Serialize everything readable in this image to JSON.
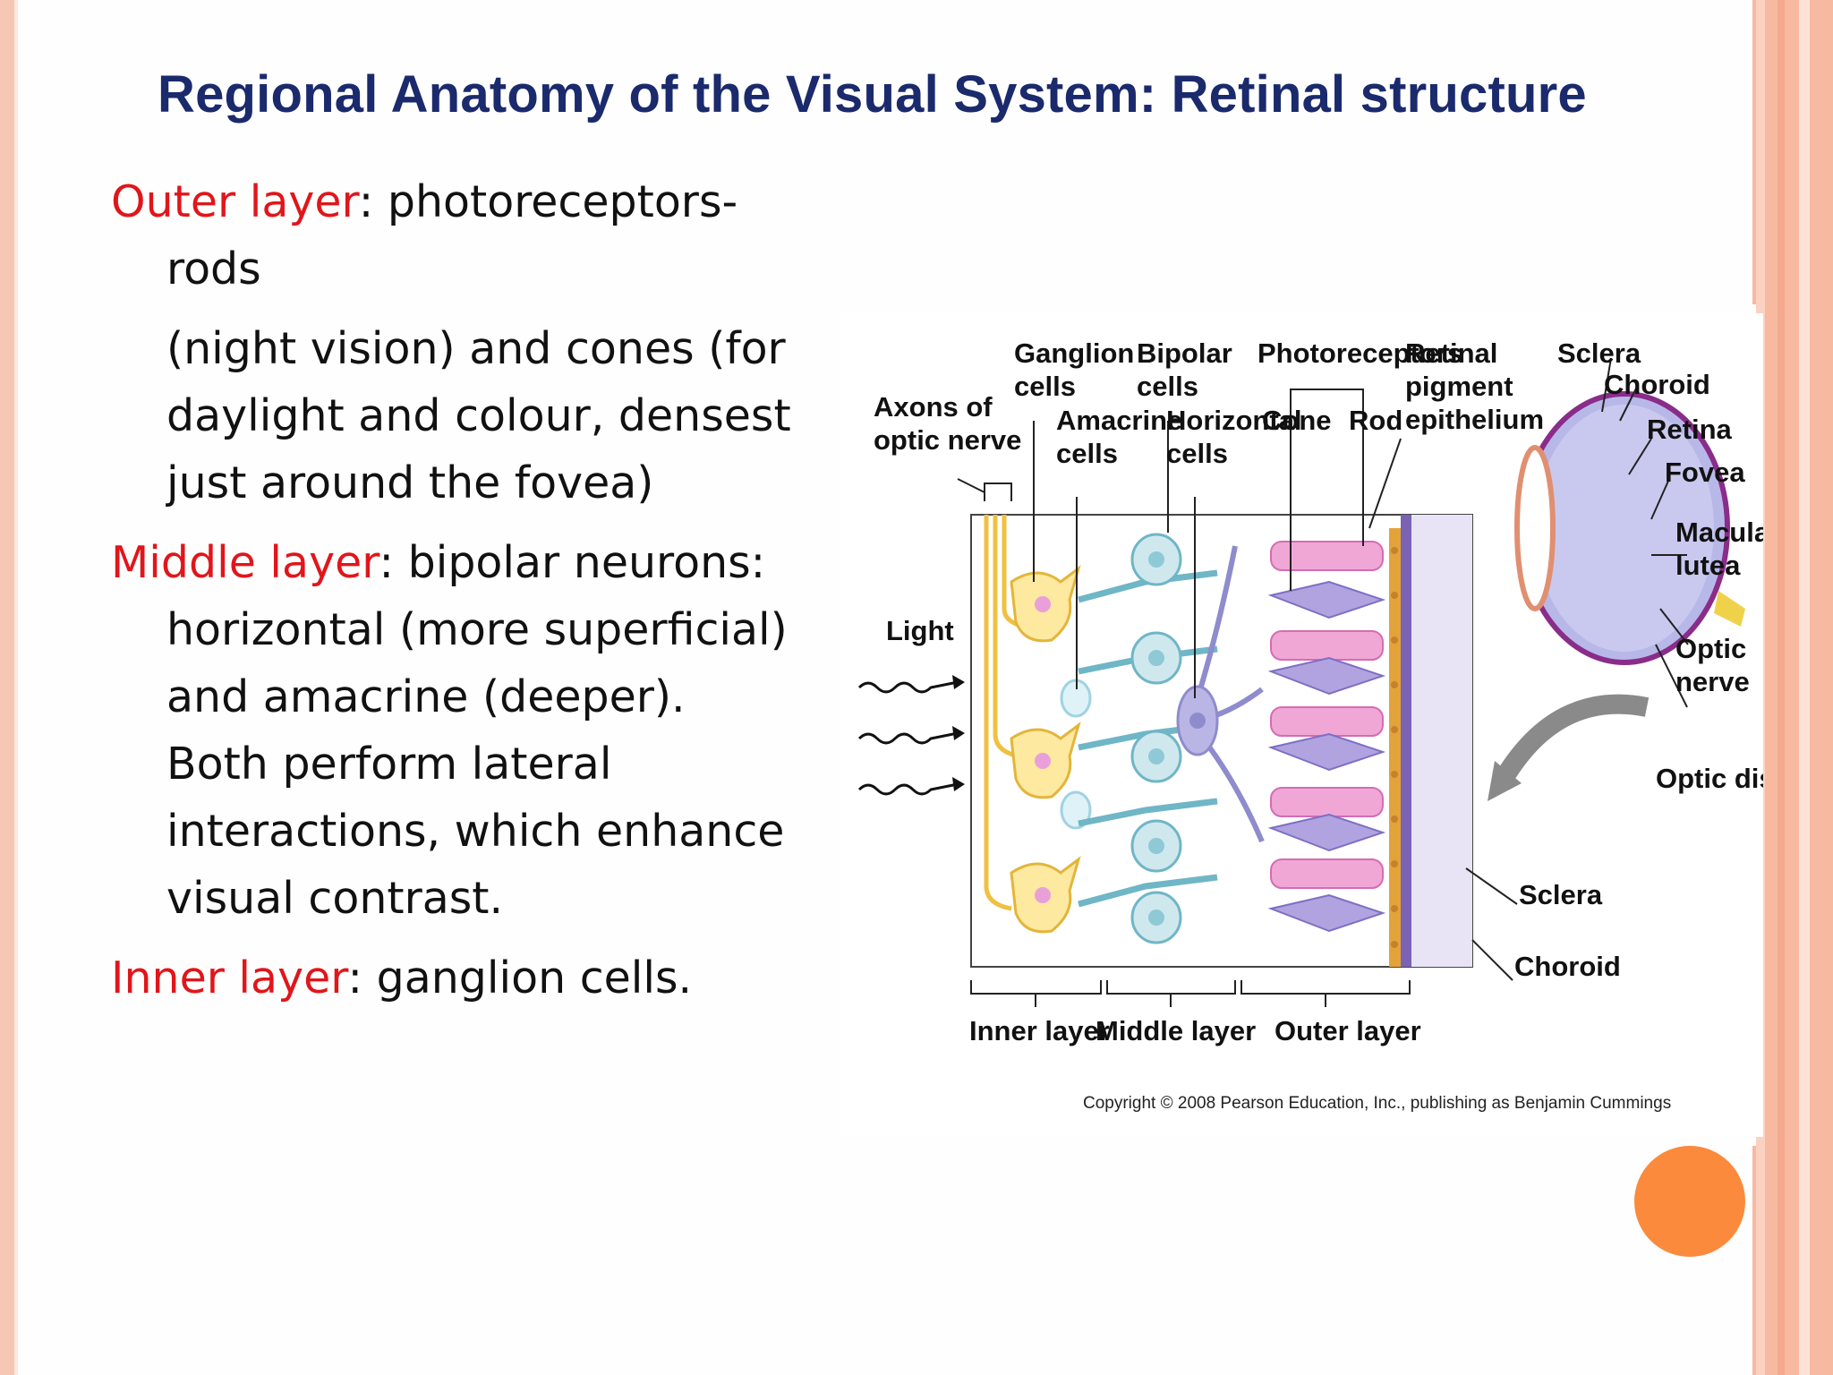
{
  "slide": {
    "title": "Regional Anatomy of the Visual System: Retinal structure",
    "accent_color": "#fb8a3d"
  },
  "body": {
    "outer": {
      "term": "Outer layer",
      "rest": ": photoreceptors-rods",
      "cont": "(night vision) and cones (for daylight and colour, densest just around the fovea)"
    },
    "middle": {
      "term": "Middle layer",
      "rest": ": bipolar neurons: horizontal (more superficial) and amacrine (deeper). Both perform lateral interactions, which enhance visual contrast."
    },
    "inner": {
      "term": "Inner layer",
      "rest": ": ganglion cells."
    }
  },
  "figure": {
    "labels": {
      "axons": [
        "Axons of",
        "optic nerve"
      ],
      "ganglion": [
        "Ganglion",
        "cells"
      ],
      "bipolar": [
        "Bipolar",
        "cells"
      ],
      "photoreceptors": "Photoreceptors",
      "rpe": [
        "Retinal",
        "pigment",
        "epithelium"
      ],
      "amacrine": [
        "Amacrine",
        "cells"
      ],
      "horizontal": [
        "Horizontal",
        "cells"
      ],
      "cone": "Cone",
      "rod": "Rod",
      "light": "Light",
      "sclera_top": "Sclera",
      "choroid_top": "Choroid",
      "retina": "Retina",
      "fovea": "Fovea",
      "macula": [
        "Macula",
        "lutea"
      ],
      "optic_nerve": [
        "Optic",
        "nerve"
      ],
      "optic_disk": "Optic disk",
      "sclera": "Sclera",
      "choroid": "Choroid",
      "inner_layer": "Inner layer",
      "middle_layer": "Middle layer",
      "outer_layer": "Outer layer"
    },
    "copyright": "Copyright © 2008 Pearson Education, Inc., publishing as Benjamin Cummings"
  }
}
